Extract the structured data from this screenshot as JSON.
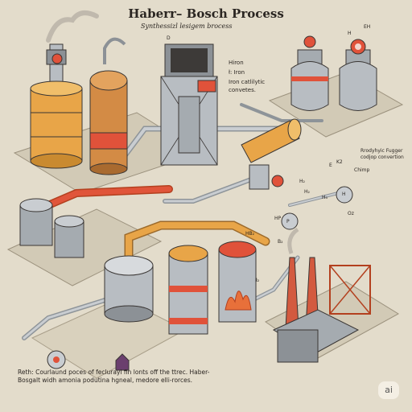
{
  "diagram": {
    "title": "Haberr– Bosch Process",
    "subtitle": "Synthessizl lesigem brocess",
    "labels": {
      "hiron": "Hiron",
      "iron": "ł: Iron",
      "iron_catalytic": "Iron catlilytic",
      "convetes": "convetes.",
      "rrodyhyic": "Rrodyhyic Fugger",
      "codjop": "codjop convertion",
      "chimp": "Chimp",
      "d_label": "D",
      "eh_label": "EH",
      "h_label": "H",
      "h2_top": "H₂",
      "h2_mid": "H₂",
      "hb2": "HB₂",
      "hp": "HP",
      "b2": "B₂",
      "k2": "K2",
      "e_label": "E",
      "p_label": "P",
      "oz": "Oz",
      "h_right": "H",
      "h3": "H₃",
      "i2": "I₂"
    },
    "caption": "Reth: Courlaund poces of feclurayl fin lonts off the ttrec. Haber-Bosgalt widh amonia podutina hgneal, medore elli-rorces.",
    "badge": "ai",
    "colors": {
      "background": "#e3dccb",
      "metal": "#b8bdc2",
      "orange": "#e8a548",
      "red": "#e0523a",
      "dark": "#3a3634"
    }
  }
}
